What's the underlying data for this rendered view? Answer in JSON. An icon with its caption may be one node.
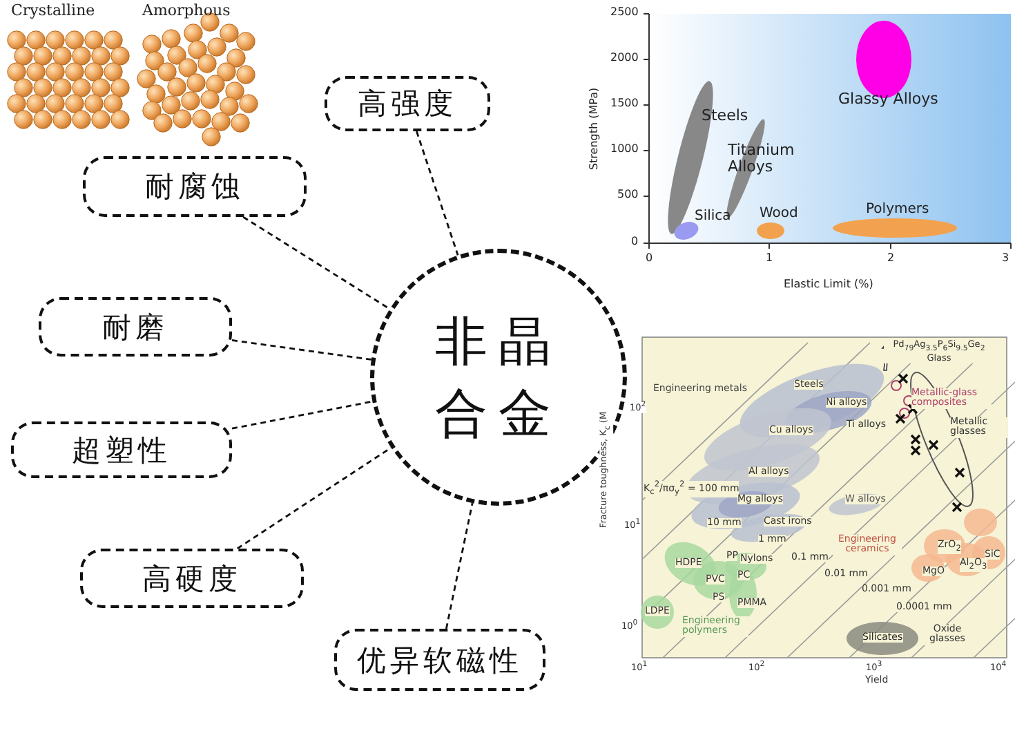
{
  "diagram": {
    "nodes": [
      {
        "text": [
          "非晶合金"
        ]
      },
      {
        "text": [
          "高强度"
        ]
      },
      {
        "text": [
          "耐腐蚀"
        ]
      },
      {
        "text": [
          "耐磨"
        ]
      },
      {
        "text": [
          "超塑性"
        ]
      },
      {
        "text": [
          "高硬度"
        ]
      },
      {
        "text": [
          "优异软磁性"
        ]
      }
    ],
    "edges": [
      {
        "from": 1,
        "to": 0,
        "arrow": "none",
        "style": "dashed"
      },
      {
        "from": 2,
        "to": 0,
        "arrow": "none",
        "style": "dashed"
      },
      {
        "from": 3,
        "to": 0,
        "arrow": "none",
        "style": "dashed"
      },
      {
        "from": 4,
        "to": 0,
        "arrow": "none",
        "style": "dashed"
      },
      {
        "from": 5,
        "to": 0,
        "arrow": "none",
        "style": "dashed"
      },
      {
        "from": 6,
        "to": 0,
        "arrow": "none",
        "style": "dashed"
      }
    ],
    "labels": [
      "Crystalline",
      "Amorphous",
      "2500",
      "2000",
      "1500",
      "1000",
      "500",
      "0",
      "Strength (MPa)",
      "Steels",
      "Glassy Alloys",
      "Titanium Alloys",
      "Silica",
      "Wood",
      "Polymers",
      "0",
      "1",
      "2",
      "3",
      "Elastic Limit (%)",
      "Pd$_{79}$Ag$_{3.5}$P$_{6}$Si$_{9.5}$Ge$_{2}$ Glass",
      "Engineering metals",
      "Steels",
      "Ni alloys",
      "Metallic-glass composites",
      "10$^{2}$",
      "Ti alloys",
      "Cu alloys",
      "Metallic glasses",
      "Fracture toughness, K$_{c}$ (M",
      "Al alloys",
      "K$_{c}$$^{2}$/πσ$_{y}$$^{2}$ = 100 mm",
      "Mg alloys",
      "W alloys",
      "10$^{1}$",
      "10 mm",
      "Cast irons",
      "1 mm",
      "Engineering ceramics",
      "ZrO$_{2}$",
      "HDPE",
      "PP",
      "Nylons",
      "0.1 mm",
      "Al$_{2}$O$_{3}$",
      "SiC",
      "MgO",
      "PVC",
      "PC",
      "0.01 mm",
      "PS",
      "0.001 mm",
      "PMMA",
      "LDPE",
      "0.0001 mm",
      "10$^{0}$",
      "Engineering polymers",
      "Oxide glasses",
      "Silicates",
      "10$^{1}$",
      "10$^{2}$",
      "10$^{3}$",
      "10$^{4}$",
      "Yield"
    ]
  }
}
